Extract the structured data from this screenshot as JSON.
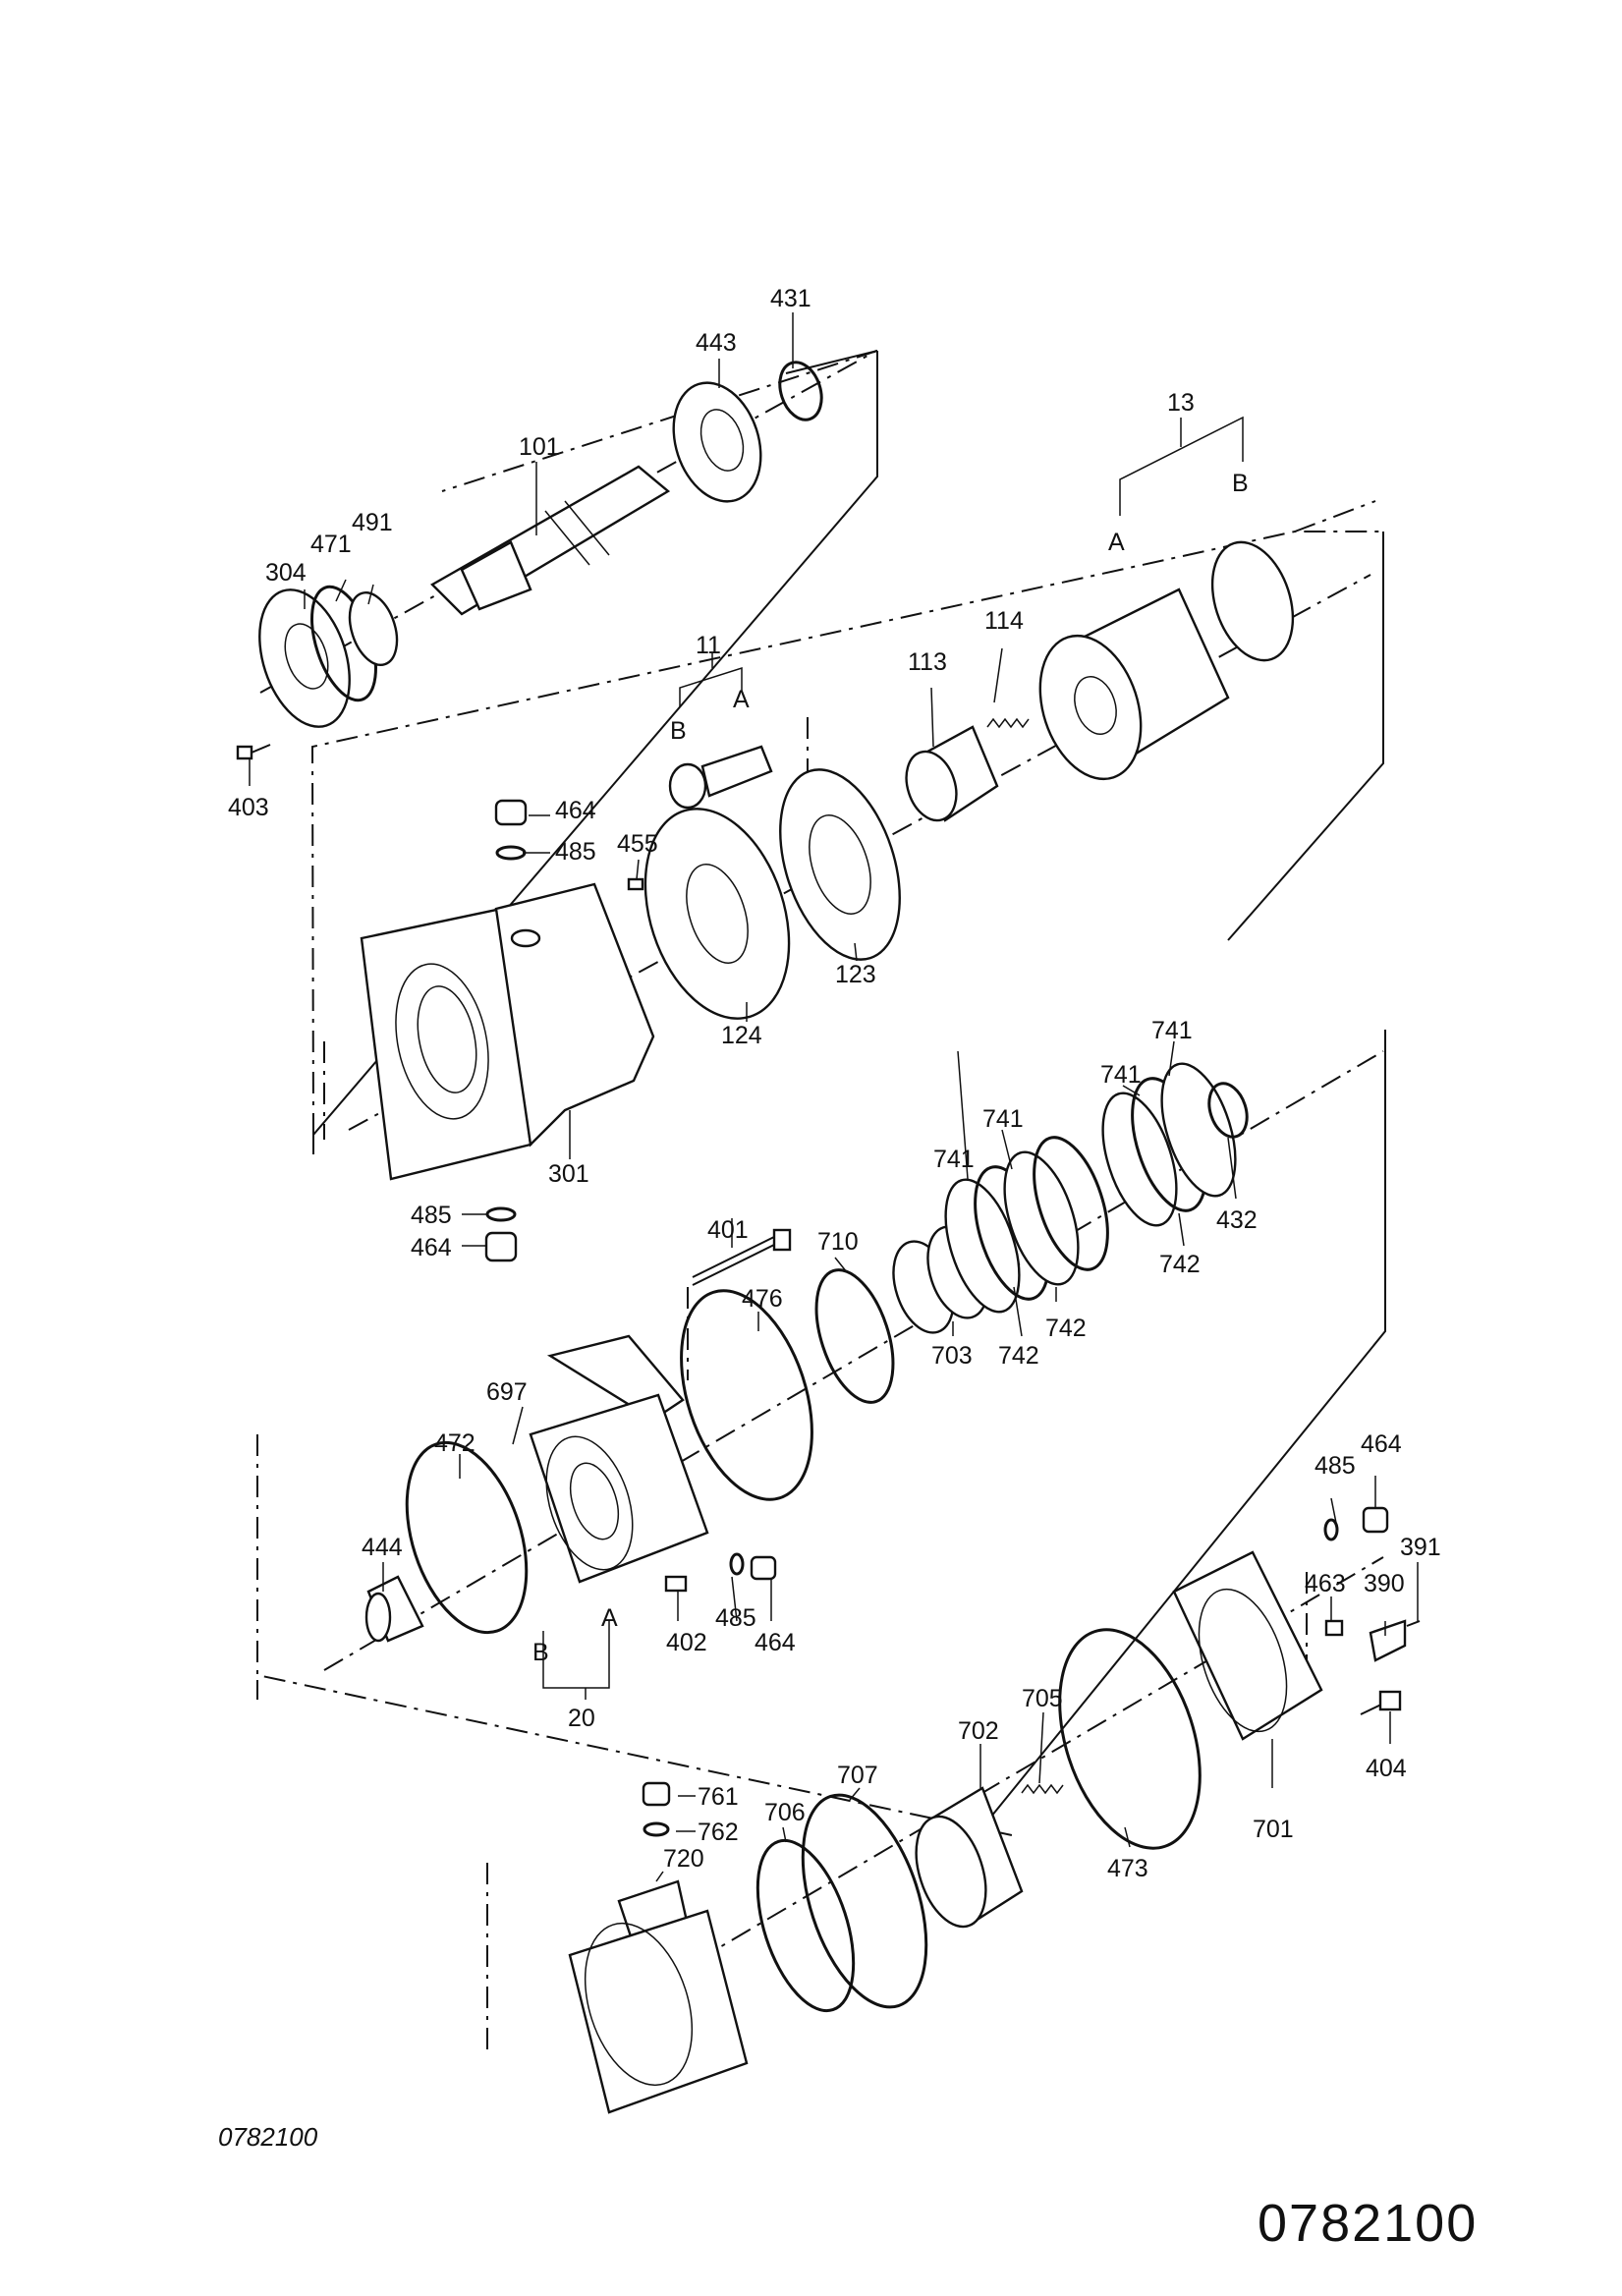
{
  "labels": {
    "l431": "431",
    "l443": "443",
    "l101": "101",
    "l13": "13",
    "lB1": "B",
    "lA1": "A",
    "l491": "491",
    "l471": "471",
    "l304": "304",
    "l403": "403",
    "l11": "11",
    "lB2": "B",
    "lA2": "A",
    "l114": "114",
    "l113": "113",
    "l464a": "464",
    "l485a": "485",
    "l455": "455",
    "l123": "123",
    "l124": "124",
    "l301": "301",
    "l485b": "485",
    "l464b": "464",
    "l741a": "741",
    "l741b": "741",
    "l741c": "741",
    "l741d": "741",
    "l432": "432",
    "l742a": "742",
    "l742b": "742",
    "l742c": "742",
    "l401": "401",
    "l710": "710",
    "l476": "476",
    "l703": "703",
    "l697": "697",
    "l472": "472",
    "l444": "444",
    "lB3": "B",
    "lA3": "A",
    "l20": "20",
    "l402": "402",
    "l485c": "485",
    "l464c": "464",
    "l485d": "485",
    "l464d": "464",
    "l391": "391",
    "l463": "463",
    "l390": "390",
    "l404": "404",
    "l705": "705",
    "l702": "702",
    "l701": "701",
    "l473": "473",
    "l707": "707",
    "l706": "706",
    "l761": "761",
    "l762": "762",
    "l720": "720"
  },
  "drawing_code_small": "0782100",
  "drawing_code_large": "0782100"
}
